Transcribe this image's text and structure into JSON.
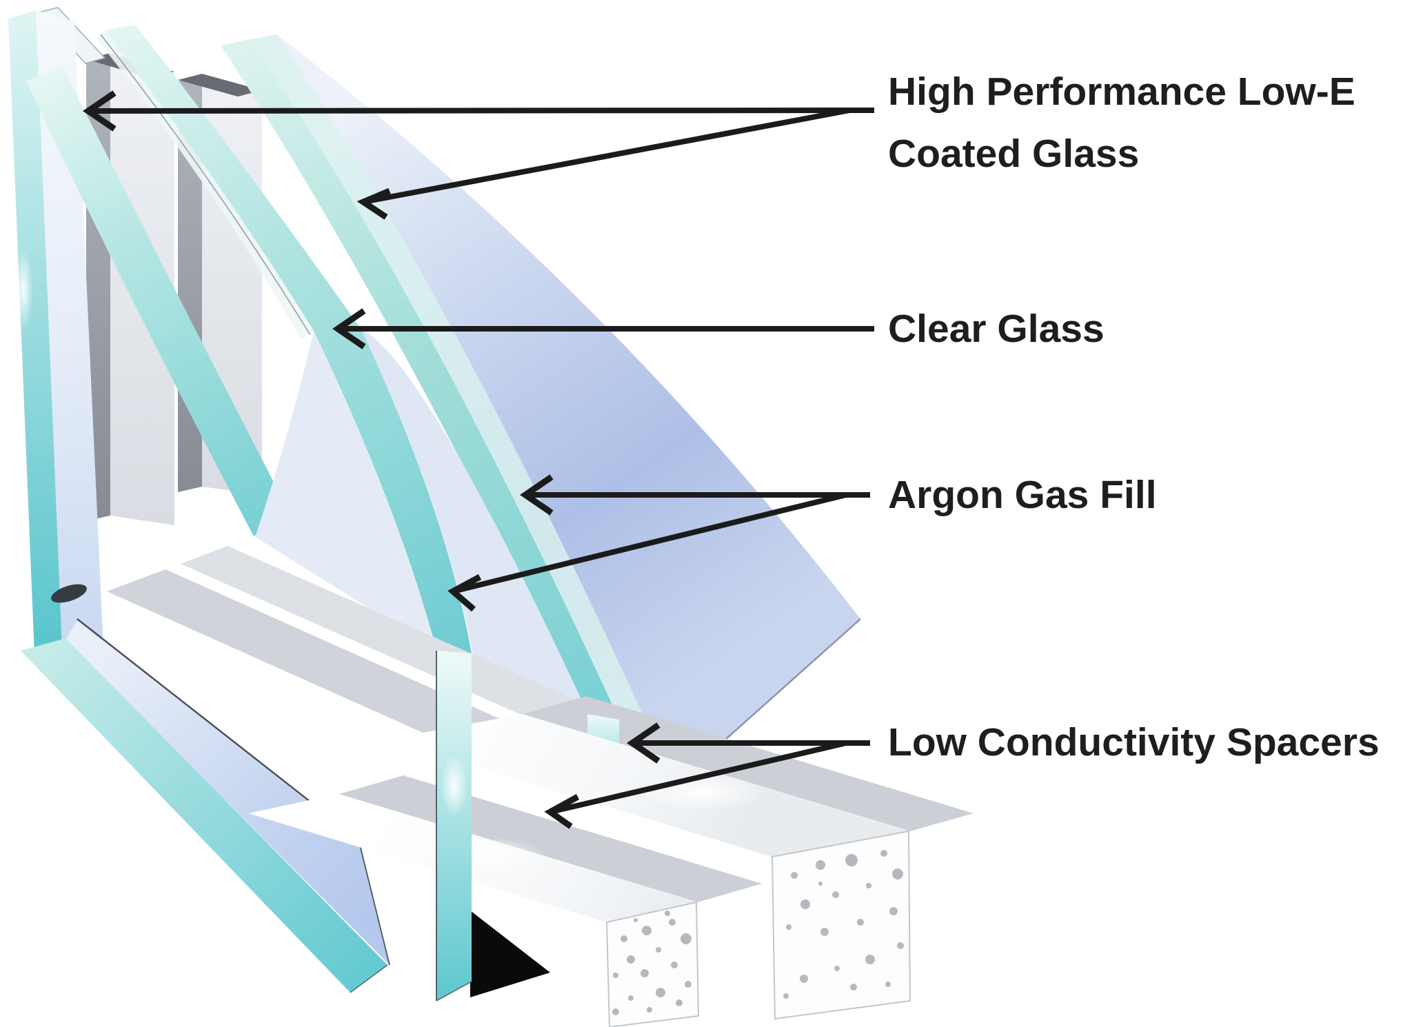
{
  "diagram": {
    "title": "Triple-pane insulated glass unit cutaway",
    "labels": {
      "low_e_1": "High Performance Low-E",
      "low_e_2": "Coated Glass",
      "clear": "Clear Glass",
      "argon": "Argon Gas Fill",
      "spacers": "Low Conductivity Spacers"
    },
    "callouts": [
      {
        "label": "High Performance Low-E Coated Glass",
        "targets": [
          "outer-pane-edge",
          "inner-pane-face"
        ]
      },
      {
        "label": "Clear Glass",
        "targets": [
          "middle-pane-edge"
        ]
      },
      {
        "label": "Argon Gas Fill",
        "targets": [
          "gap-between-pane2-pane3",
          "gap-lower"
        ]
      },
      {
        "label": "Low Conductivity Spacers",
        "targets": [
          "spacer-bar-rear",
          "spacer-bar-front"
        ]
      }
    ],
    "colors": {
      "glass_edge_teal": "#6fccd2",
      "glass_edge_teal_light": "#dff4f0",
      "glass_face_blue": "#aebfe6",
      "glass_face_pale": "#e7eef9",
      "spacer_white": "#fdfdfe",
      "speckle_gray": "#b4b9bf",
      "shadow_gray": "#ccd0d6",
      "arrow_black": "#1b1b1b",
      "text_black": "#1e1e1e",
      "shadow_triangle": "#0a0a0a"
    }
  }
}
